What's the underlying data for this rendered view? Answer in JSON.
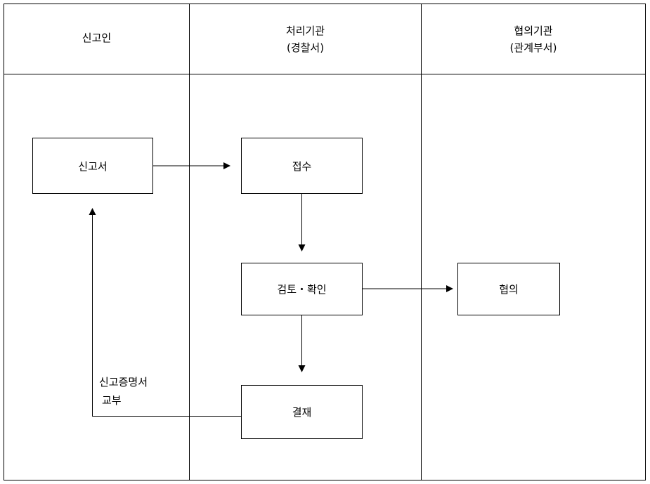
{
  "lanes": [
    {
      "title": "신고인",
      "subtitle": ""
    },
    {
      "title": "처리기관",
      "subtitle": "(경찰서)"
    },
    {
      "title": "협의기관",
      "subtitle": "(관계부서)"
    }
  ],
  "nodes": {
    "report": "신고서",
    "receipt": "접수",
    "review": "검토・확인",
    "decision": "결재",
    "consultation": "협의"
  },
  "return_label": {
    "line1": "신고증명서",
    "line2": "교부"
  }
}
